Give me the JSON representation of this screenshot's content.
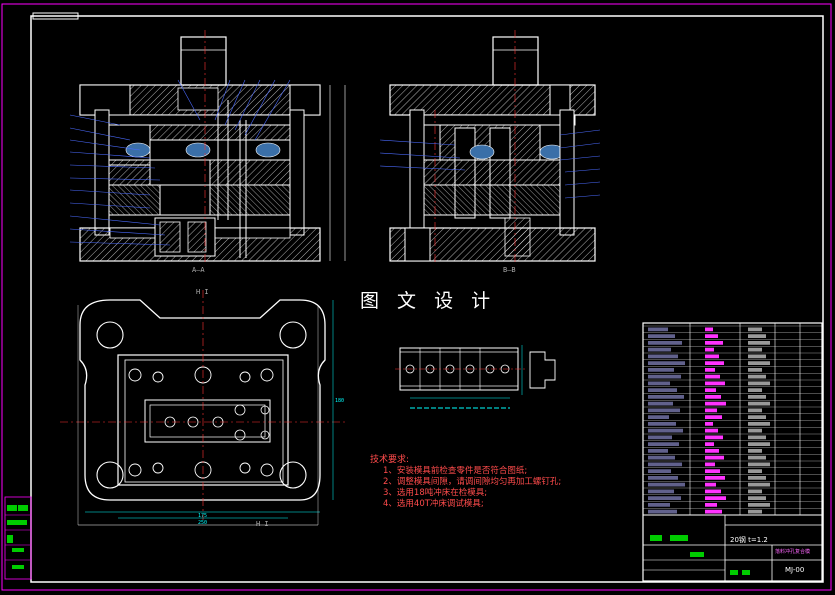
{
  "watermark": "图 文 设 计",
  "section_labels": {
    "front": "A—A",
    "side": "B—B",
    "plan_top": "H I",
    "plan_bottom": "H I"
  },
  "plan_dims": {
    "width_inner": "175",
    "width_outer": "250",
    "height": "180"
  },
  "technical_requirements": {
    "title": "技术要求:",
    "items": [
      "1、安装模具前检查零件是否符合图纸;",
      "2、调整模具间隙，请调间隙均匀再加工螺钉孔;",
      "3、选用18吨冲床在检模具;",
      "4、选用40T冲床调试模具;"
    ]
  },
  "title_block": {
    "material": "20钢 t=1.2",
    "drawing_name": "落料冲孔复合模",
    "drawing_no": "MJ-00"
  },
  "colors": {
    "frame": "#ff00ff",
    "geometry": "#ffffff",
    "centerline": "#ff3333",
    "leader": "#4b6bff",
    "dimension": "#00ffff",
    "hatch": "#ffffff",
    "bom_highlight": "#ff33ff",
    "green": "#00cc00"
  }
}
